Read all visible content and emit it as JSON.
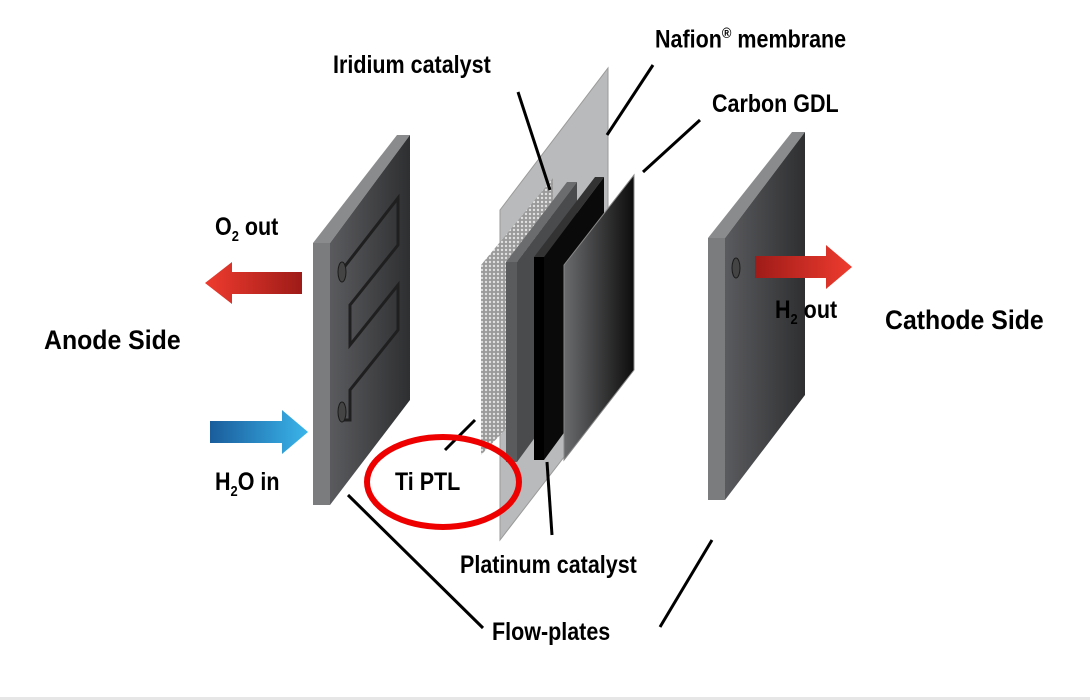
{
  "labels": {
    "iridium_catalyst": "Iridium catalyst",
    "nafion_membrane": "Nafion",
    "nafion_reg": "®",
    "nafion_suffix": " membrane",
    "carbon_gdl": "Carbon GDL",
    "o2_out_prefix": "O",
    "o2_out_sub": "2",
    "o2_out_suffix": " out",
    "anode_side": "Anode Side",
    "h2o_in_prefix": "H",
    "h2o_in_sub": "2",
    "h2o_in_suffix": "O in",
    "ti_ptl": "Ti PTL",
    "platinum_catalyst": "Platinum catalyst",
    "flow_plates": "Flow-plates",
    "h2_out_prefix": "H",
    "h2_out_sub": "2",
    "h2_out_suffix": " out",
    "cathode_side": "Cathode Side"
  },
  "colors": {
    "highlight_ring": "#ee0000",
    "out_arrow": "#e0302a",
    "in_arrow": "#2a9fd8"
  }
}
